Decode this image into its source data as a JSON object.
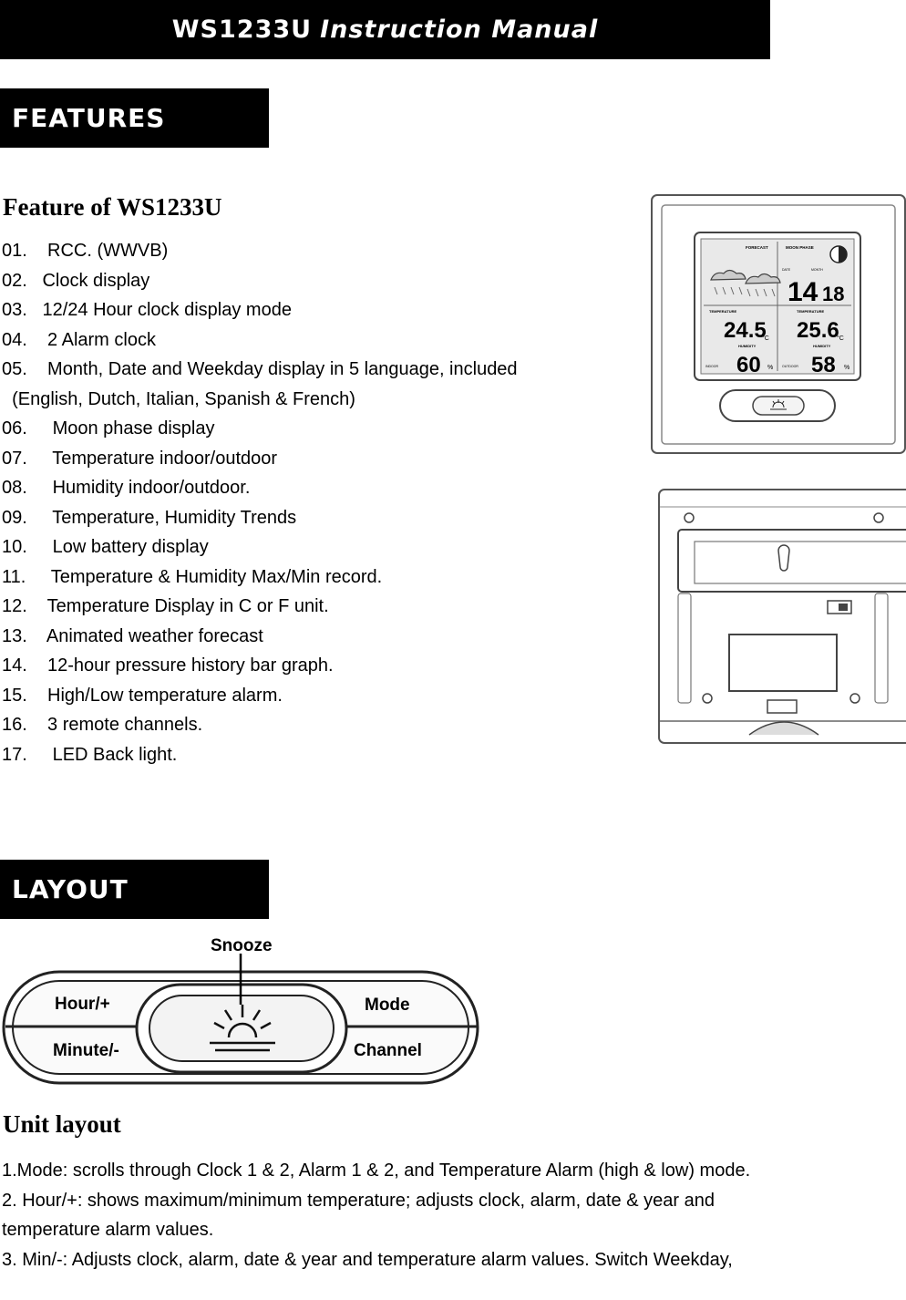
{
  "header": {
    "title_main": "WS1233U",
    "title_italic": "Instruction Manual"
  },
  "features_section": {
    "bar_label": "FEATURES",
    "heading": "Feature of WS1233U",
    "items": [
      "01.    RCC. (WWVB)",
      "02.   Clock display",
      "03.   12/24 Hour clock display mode",
      "04.    2 Alarm clock",
      "05.    Month, Date and Weekday display in 5 language, included",
      "  (English, Dutch, Italian, Spanish & French)",
      "06.     Moon phase display",
      "07.     Temperature indoor/outdoor",
      "08.     Humidity indoor/outdoor.",
      "09.     Temperature, Humidity Trends",
      "10.     Low battery display",
      "11.     Temperature & Humidity Max/Min record.",
      "12.    Temperature Display in C or F unit.",
      "13.    Animated weather forecast",
      "14.    12-hour pressure history bar graph.",
      "15.    High/Low temperature alarm.",
      "16.    3 remote channels.",
      "17.     LED Back light."
    ]
  },
  "device_front": {
    "forecast_label": "FORECAST",
    "moon_label": "MOON PHASE",
    "date_label": "DATE",
    "month_label": "MONTH",
    "clock_hour": "14",
    "clock_min": "18",
    "in_temp_label": "TEMPERATURE",
    "in_temp": "24.5",
    "out_temp_label": "TEMPERATURE",
    "out_temp": "25.6",
    "unit": "°C",
    "hum_label": "HUMIDITY",
    "in_hum": "60",
    "out_hum": "58",
    "indoor_label": "INDOOR",
    "outdoor_label": "OUTDOOR",
    "percent": "%"
  },
  "layout_section": {
    "bar_label": "LAYOUT",
    "buttons": {
      "snooze": "Snooze",
      "hour": "Hour/+",
      "mode": "Mode",
      "minute": "Minute/-",
      "channel": "Channel"
    },
    "heading": "Unit layout",
    "paragraphs": [
      "1.Mode: scrolls through Clock 1 & 2, Alarm 1 & 2, and Temperature Alarm (high & low) mode.",
      "2. Hour/+: shows maximum/minimum temperature; adjusts clock, alarm, date & year and temperature alarm values.",
      "3. Min/-: Adjusts clock, alarm, date & year and temperature alarm values. Switch Weekday,"
    ]
  }
}
